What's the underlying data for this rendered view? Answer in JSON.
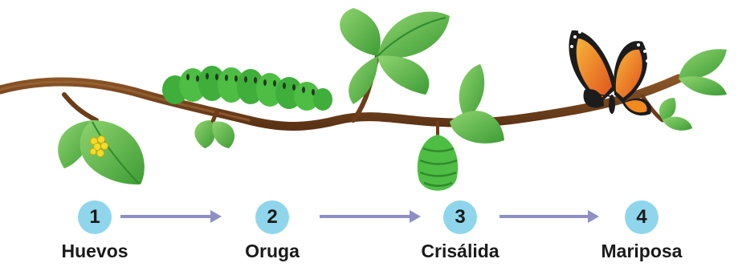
{
  "colors": {
    "circle": "#8fd6ec",
    "arrow": "#8f8fc6",
    "branch": "#6b3d1a",
    "leaf": "#5cb94a",
    "leaf_dark": "#2f8a2c",
    "caterpillar": "#4ebd44",
    "eggs": "#f2dd2b",
    "wing_orange": "#f28a1f",
    "wing_black": "#1c1c1c"
  },
  "icons": [
    "egg-cluster-icon",
    "caterpillar-icon",
    "chrysalis-icon",
    "butterfly-icon",
    "leaf-icon",
    "arrow-right-icon"
  ],
  "steps": [
    {
      "number": "1",
      "label": "Huevos"
    },
    {
      "number": "2",
      "label": "Oruga"
    },
    {
      "number": "3",
      "label": "Crisálida"
    },
    {
      "number": "4",
      "label": "Mariposa"
    }
  ]
}
